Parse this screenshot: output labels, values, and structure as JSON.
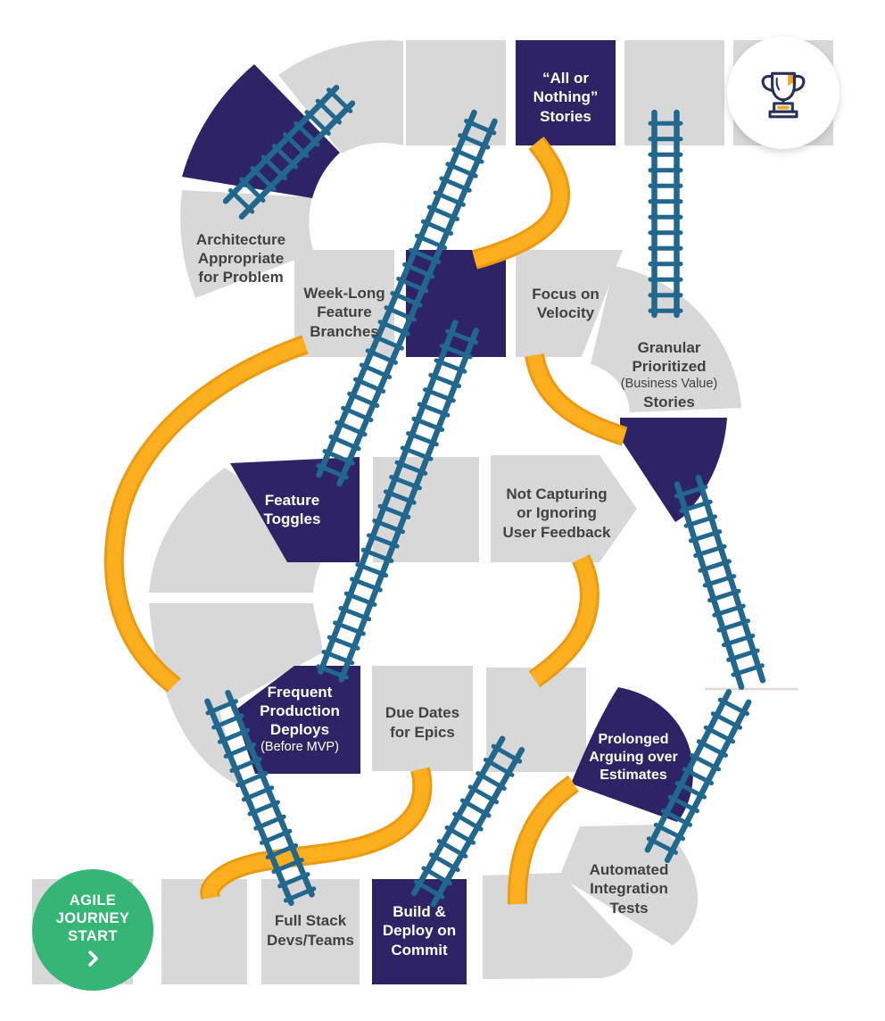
{
  "colors": {
    "purple": "#2D2365",
    "gray": "#D8D8D8",
    "orange": "#FBAE1E",
    "orange_edge": "#EC9A11",
    "ladder_blue": "#21678E",
    "green": "#35B676",
    "text_dark": "#414042",
    "trophy_navy": "#27325A",
    "trophy_gold": "#F5A81B",
    "white": "#FFFFFF"
  },
  "icons": {
    "goal": "trophy-icon",
    "start_arrow": "chevron-right-icon",
    "ladder": "ladder-icon",
    "chute": "chute-curve"
  },
  "start": {
    "label": "AGILE\nJOURNEY\nSTART"
  },
  "tiles": {
    "architecture": {
      "label": "Architecture\nAppropriate\nfor Problem",
      "color": "gray"
    },
    "week_long_branches": {
      "label": "Week-Long\nFeature\nBranches",
      "color": "gray"
    },
    "all_or_nothing": {
      "label": "“All or\nNothing”\nStories",
      "color": "purple"
    },
    "focus_velocity": {
      "label": "Focus on\nVelocity",
      "color": "gray"
    },
    "granular_stories": {
      "label": "Granular\nPrioritized",
      "sublabel": "(Business Value)",
      "label2": "Stories",
      "color": "gray"
    },
    "feature_toggles": {
      "label": "Feature\nToggles",
      "color": "purple"
    },
    "not_capturing_feedback": {
      "label": "Not Capturing\nor Ignoring\nUser Feedback",
      "color": "gray"
    },
    "frequent_deploys": {
      "label": "Frequent\nProduction\nDeploys",
      "sublabel": "(Before MVP)",
      "color": "purple"
    },
    "due_dates_epics": {
      "label": "Due Dates\nfor Epics",
      "color": "gray"
    },
    "prolonged_arguing": {
      "label": "Prolonged\nArguing over\nEstimates",
      "color": "purple"
    },
    "automated_tests": {
      "label": "Automated\nIntegration\nTests",
      "color": "gray"
    },
    "full_stack": {
      "label": "Full Stack\nDevs/Teams",
      "color": "gray"
    },
    "build_deploy_commit": {
      "label": "Build &\nDeploy on\nCommit",
      "color": "purple"
    }
  }
}
